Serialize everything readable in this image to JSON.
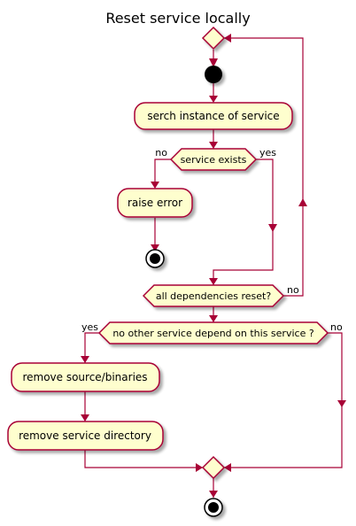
{
  "diagram": {
    "title": "Reset service locally",
    "nodes": {
      "search_instance": "serch instance of service",
      "service_exists": "service exists",
      "raise_error": "raise error",
      "all_dependencies_reset": "all dependencies reset?",
      "no_other_depend": "no other service depend on this service ?",
      "remove_source": "remove source/binaries",
      "remove_directory": "remove service directory"
    },
    "edge_labels": {
      "service_exists_no": "no",
      "service_exists_yes": "yes",
      "dependencies_no": "no",
      "depend_yes": "yes",
      "depend_no": "no"
    },
    "colors": {
      "node_fill": "#FEFECE",
      "border": "#A80036",
      "arrow": "#A80036",
      "terminal": "#000000"
    }
  }
}
